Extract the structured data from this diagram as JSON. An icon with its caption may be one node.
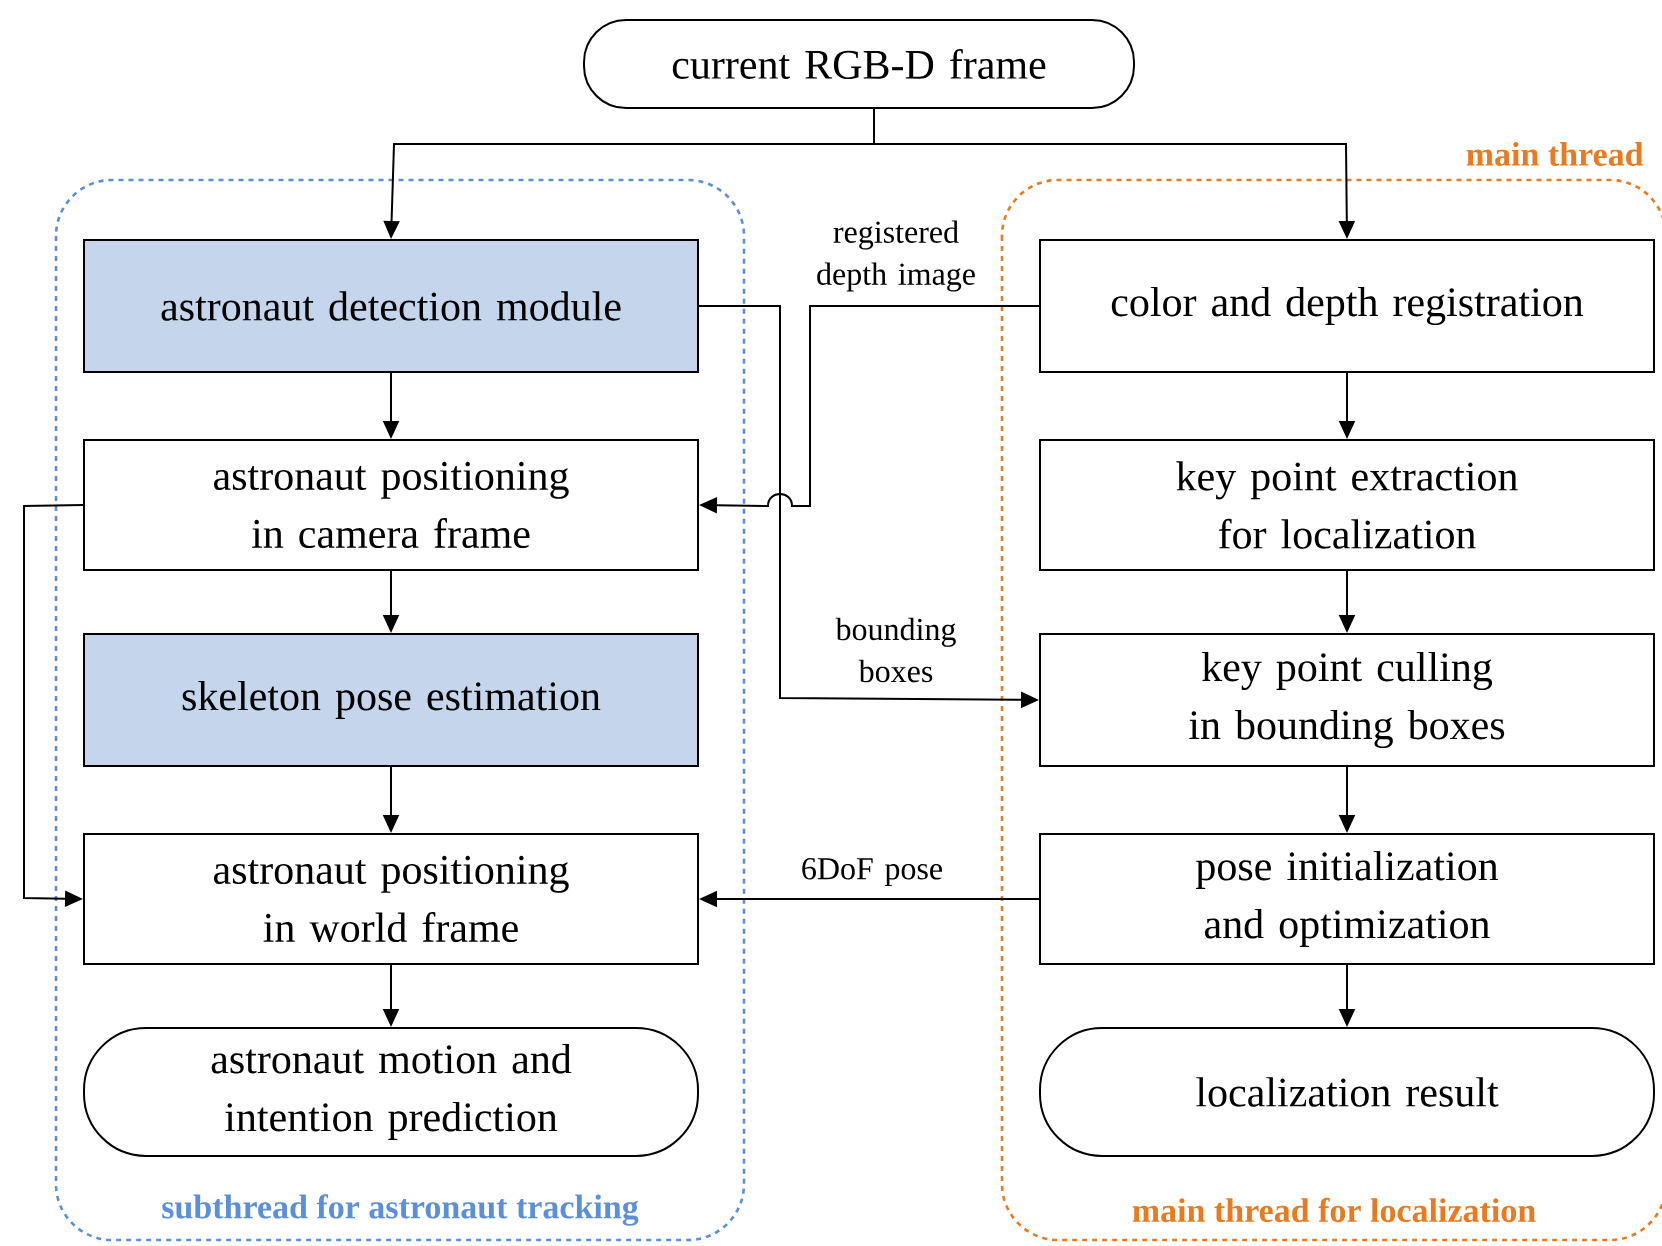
{
  "diagram": {
    "nodes": [
      {
        "text": [
          "current RGB-D frame"
        ]
      },
      {
        "text": [
          "subthread for astronaut tracking"
        ]
      },
      {
        "text": [
          "astronaut detection module"
        ],
        "in": 1
      },
      {
        "text": [
          "astronaut positioning in camera frame"
        ],
        "in": 1
      },
      {
        "text": [
          "skeleton pose estimation"
        ],
        "in": 1
      },
      {
        "text": [
          "astronaut positioning in world frame"
        ],
        "in": 1
      },
      {
        "text": [
          "astronaut motion and intention prediction"
        ],
        "in": 1
      },
      {
        "text": [
          "main thread",
          "main thread for localization"
        ]
      },
      {
        "text": [
          "color and depth registration"
        ],
        "in": 7
      },
      {
        "text": [
          "key point extraction for localization"
        ],
        "in": 7
      },
      {
        "text": [
          "key point culling in bounding boxes"
        ],
        "in": 7
      },
      {
        "text": [
          "pose initialization and optimization"
        ],
        "in": 7
      },
      {
        "text": [
          "localization result"
        ],
        "in": 7
      }
    ],
    "edges": [
      {
        "from": 0,
        "to": 2,
        "arrow": "to"
      },
      {
        "from": 0,
        "to": 8,
        "arrow": "to"
      },
      {
        "from": 2,
        "to": 3,
        "arrow": "to"
      },
      {
        "from": 3,
        "to": 4,
        "arrow": "to"
      },
      {
        "from": 4,
        "to": 5,
        "arrow": "to"
      },
      {
        "from": 5,
        "to": 6,
        "arrow": "to"
      },
      {
        "from": 8,
        "to": 9,
        "arrow": "to"
      },
      {
        "from": 9,
        "to": 10,
        "arrow": "to"
      },
      {
        "from": 10,
        "to": 11,
        "arrow": "to"
      },
      {
        "from": 11,
        "to": 12,
        "arrow": "to"
      },
      {
        "from": 8,
        "to": 3,
        "arrow": "to",
        "label": "registered depth image"
      },
      {
        "from": 2,
        "to": 10,
        "arrow": "to",
        "label": "bounding boxes"
      },
      {
        "from": 11,
        "to": 5,
        "arrow": "to",
        "label": "6DoF pose"
      },
      {
        "from": 3,
        "to": 5,
        "arrow": "to"
      }
    ]
  }
}
